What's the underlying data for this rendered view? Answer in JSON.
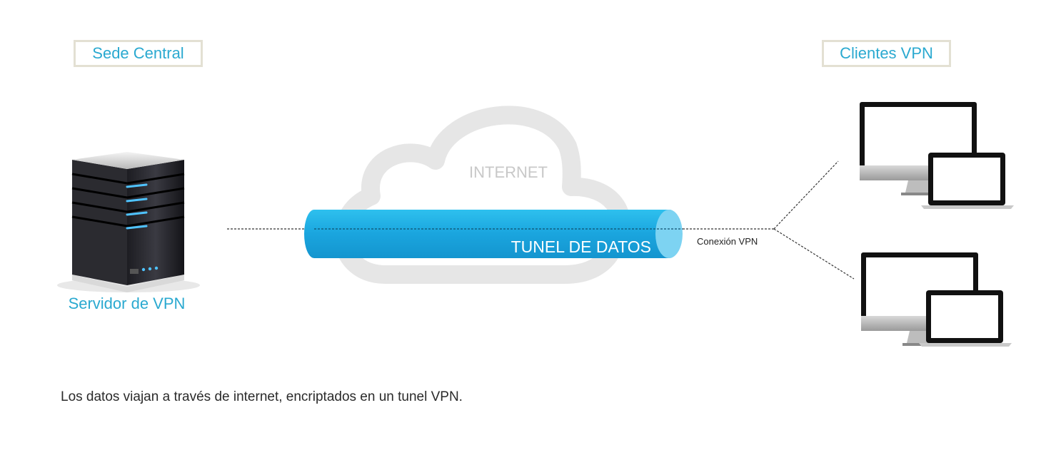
{
  "headquarters": {
    "label": "Sede Central"
  },
  "clients": {
    "label": "Clientes VPN"
  },
  "server": {
    "caption": "Servidor de VPN",
    "icon": "server-icon"
  },
  "cloud": {
    "label": "INTERNET",
    "icon": "cloud-icon"
  },
  "tunnel": {
    "label": "TUNEL DE DATOS",
    "color": "#1fa8dc"
  },
  "connection": {
    "label": "Conexión VPN"
  },
  "client_devices": [
    {
      "icon": "desktop-laptop-icon"
    },
    {
      "icon": "desktop-laptop-icon"
    }
  ],
  "footnote": "Los datos viajan a través de internet, encriptados en un tunel VPN.",
  "colors": {
    "accent": "#2aa9d0",
    "box_border": "#e3e0d3",
    "cloud": "#e6e6e6"
  }
}
